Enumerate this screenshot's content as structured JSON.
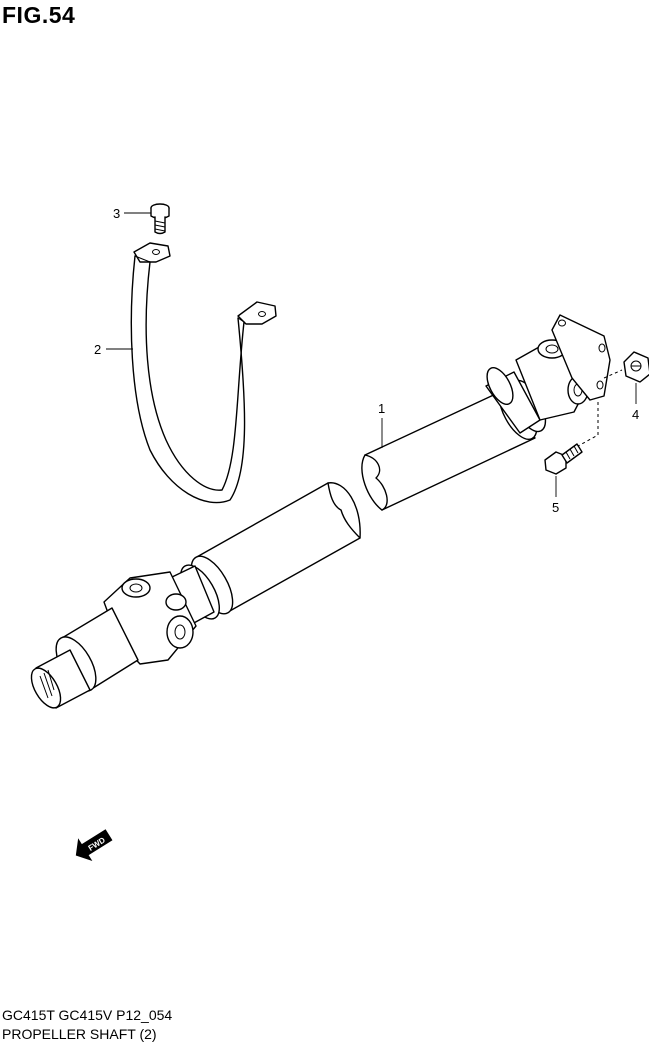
{
  "figure": {
    "title": "FIG.54",
    "model_line": "GC415T GC415V P12_054",
    "caption": "PROPELLER SHAFT (2)"
  },
  "callouts": [
    {
      "id": "1",
      "label": "1"
    },
    {
      "id": "2",
      "label": "2"
    },
    {
      "id": "3",
      "label": "3"
    },
    {
      "id": "4",
      "label": "4"
    },
    {
      "id": "5",
      "label": "5"
    }
  ],
  "direction_badge": {
    "label": "FWD",
    "icon": "fwd-arrow-icon"
  }
}
